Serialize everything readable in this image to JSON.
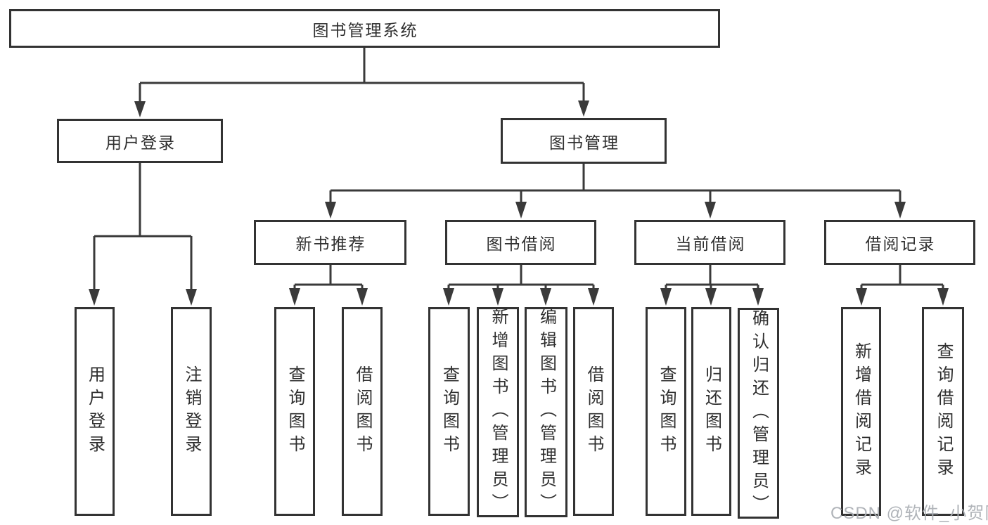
{
  "root": {
    "label": "图书管理系统"
  },
  "level2": [
    {
      "label": "用户登录"
    },
    {
      "label": "图书管理"
    }
  ],
  "level3": [
    {
      "label": "新书推荐",
      "parent": "图书管理"
    },
    {
      "label": "图书借阅",
      "parent": "图书管理"
    },
    {
      "label": "当前借阅",
      "parent": "图书管理"
    },
    {
      "label": "借阅记录",
      "parent": "图书管理"
    }
  ],
  "leaves": [
    {
      "label": "用户登录",
      "parent": "用户登录"
    },
    {
      "label": "注销登录",
      "parent": "用户登录"
    },
    {
      "label": "查询图书",
      "parent": "新书推荐"
    },
    {
      "label": "借阅图书",
      "parent": "新书推荐"
    },
    {
      "label": "查询图书",
      "parent": "图书借阅"
    },
    {
      "label": "新增图书（管理员）",
      "parent": "图书借阅"
    },
    {
      "label": "编辑图书（管理员）",
      "parent": "图书借阅"
    },
    {
      "label": "借阅图书",
      "parent": "图书借阅"
    },
    {
      "label": "查询图书",
      "parent": "当前借阅"
    },
    {
      "label": "归还图书",
      "parent": "当前借阅"
    },
    {
      "label": "确认归还（管理员）",
      "parent": "当前借阅"
    },
    {
      "label": "新增借阅记录",
      "parent": "借阅记录"
    },
    {
      "label": "查询借阅记录",
      "parent": "借阅记录"
    }
  ],
  "watermark": {
    "text": "CSDN @软件_小贺同学"
  },
  "colors": {
    "line": "#3a3a3a",
    "box_border": "#333333",
    "text": "#2f2f2f",
    "background": "#ffffff",
    "watermark": "#acb0b5"
  }
}
